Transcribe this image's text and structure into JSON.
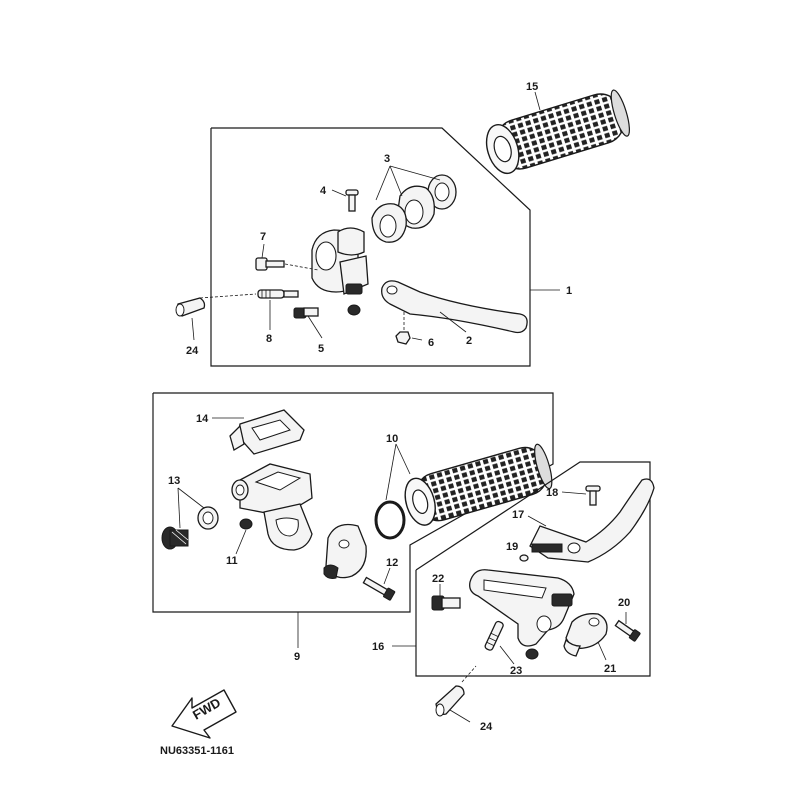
{
  "diagram": {
    "reference_code": "NU63351-1161",
    "fwd_label": "FWD",
    "callouts": {
      "c1": "1",
      "c2": "2",
      "c3": "3",
      "c4": "4",
      "c5": "5",
      "c6": "6",
      "c7": "7",
      "c8": "8",
      "c9": "9",
      "c10": "10",
      "c11": "11",
      "c12": "12",
      "c13": "13",
      "c14": "14",
      "c15": "15",
      "c16": "16",
      "c17": "17",
      "c18": "18",
      "c19": "19",
      "c20": "20",
      "c21": "21",
      "c22": "22",
      "c23": "23",
      "c24a": "24",
      "c24b": "24"
    }
  }
}
